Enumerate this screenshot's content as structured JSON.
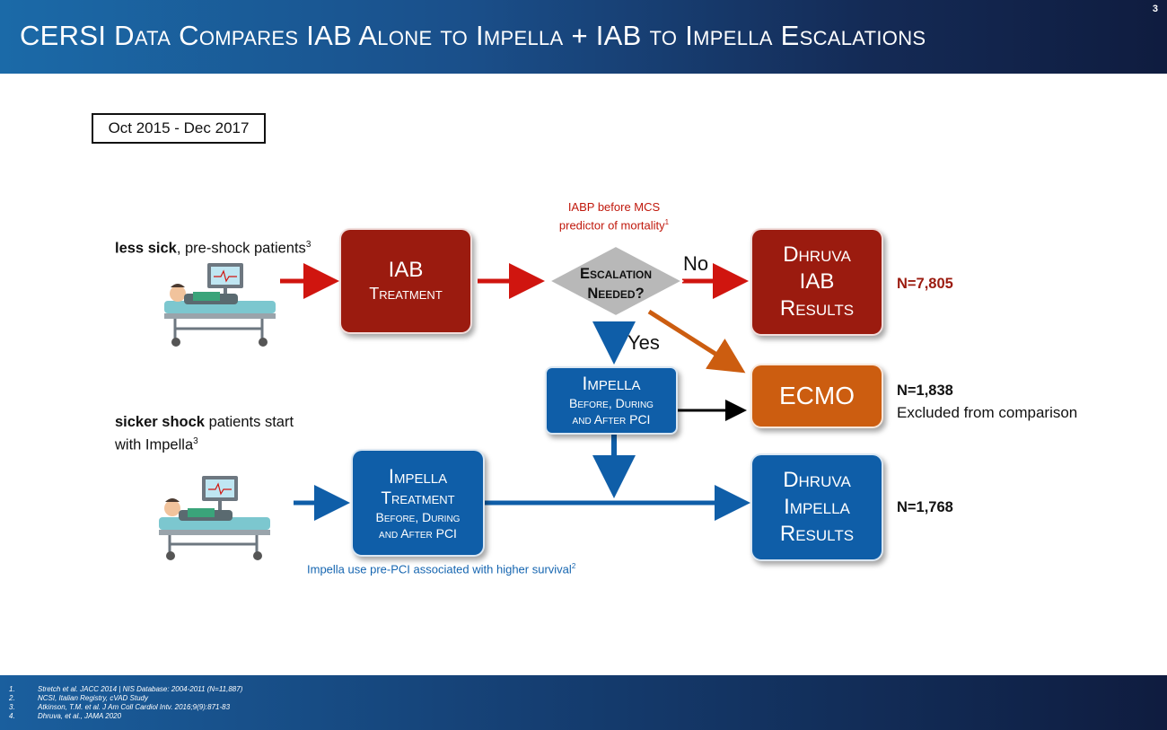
{
  "header": {
    "title": "CERSI Data Compares IAB Alone to Impella  + IAB to Impella Escalations",
    "slide_number": "3"
  },
  "date_range": "Oct 2015 - Dec 2017",
  "less_sick": {
    "bold": "less sick",
    "rest": ", pre-shock patients",
    "sup": "3"
  },
  "sicker": {
    "bold": "sicker shock",
    "rest": " patients start",
    "line2": "with Impella",
    "sup": "3"
  },
  "iab_box": {
    "line1": "IAB",
    "line2": "Treatment"
  },
  "note_iabp": {
    "line1": "IABP before MCS",
    "line2": "predictor of mortality",
    "sup": "1"
  },
  "decision": {
    "line1": "Escalation",
    "line2": "Needed?"
  },
  "no_label": "No",
  "yes_label": "Yes",
  "dhruva_iab": {
    "line1": "Dhruva",
    "line2": "IAB",
    "line3": "Results"
  },
  "n_iab": "N=7,805",
  "impella_escalation": {
    "line1": "Impella",
    "line2": "Before, During",
    "line3": "and After PCI"
  },
  "ecmo": {
    "label": "ECMO"
  },
  "n_ecmo": "N=1,838",
  "ecmo_excluded": "Excluded from comparison",
  "impella_treatment": {
    "line1": "Impella",
    "line2": "Treatment",
    "line3": "Before, During",
    "line4": "and After PCI"
  },
  "note_impella": {
    "text": "Impella use pre-PCI associated with higher survival",
    "sup": "2"
  },
  "dhruva_impella": {
    "line1": "Dhruva",
    "line2": "Impella",
    "line3": "Results"
  },
  "n_impella": "N=1,768",
  "references": [
    {
      "num": "1.",
      "text": "Stretch et al. JACC 2014 | NIS Database: 2004-2011 (N=11,887)"
    },
    {
      "num": "2.",
      "text": "NCSI,  Italian Registry, cVAD Study"
    },
    {
      "num": "3.",
      "text": "Atkinson, T.M. et al. J Am Coll Cardiol Intv. 2016;9(9):871-83"
    },
    {
      "num": "4.",
      "text": "Dhruva, et al., JAMA 2020"
    }
  ],
  "colors": {
    "red": "#9b1b0f",
    "blue": "#0f5ea8",
    "orange": "#cc5d10",
    "note_red": "#c0180c",
    "arrow_red": "#d0150f",
    "arrow_blue": "#0f5ea8",
    "arrow_orange": "#cc5d10"
  }
}
